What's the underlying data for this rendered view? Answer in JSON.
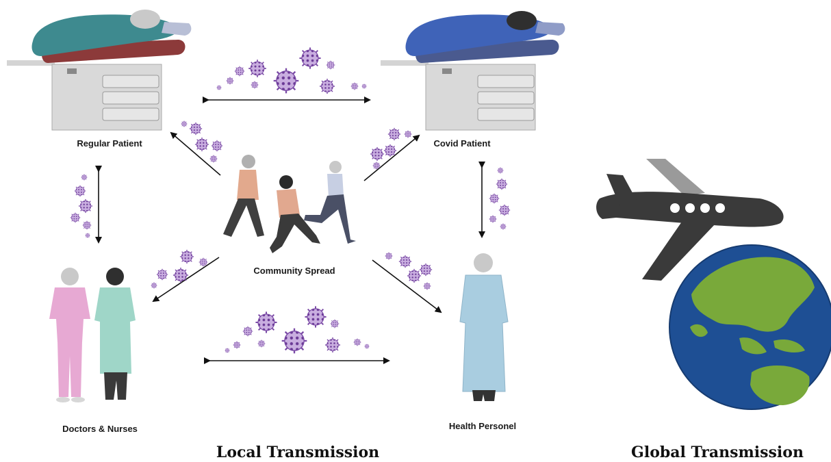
{
  "labels": {
    "regular_patient": "Regular Patient",
    "covid_patient": "Covid Patient",
    "community_spread": "Community Spread",
    "doctors_nurses": "Doctors & Nurses",
    "health_personel": "Health Personel"
  },
  "titles": {
    "local": "Local Transmission",
    "global": "Global Transmission"
  },
  "colors": {
    "virus": "#8e5bb5",
    "virus_dark": "#5e2f86",
    "arrow": "#111111",
    "regular_sheet": "#3e8a8f",
    "regular_cushion": "#8c3a3a",
    "covid_sheet": "#3f63b8",
    "covid_cushion": "#4a5a8f",
    "bed_cabinet": "#d9d9d9",
    "scrubs_pink": "#e7a9d3",
    "coat_green": "#9fd6c8",
    "coat_blue": "#a9cde0",
    "plane": "#3a3a3a",
    "ocean": "#1e4f94",
    "land": "#79a93a"
  },
  "icons": [
    "hospital-bed-icon",
    "virus-icon",
    "runner-icon",
    "walker-icon",
    "doctor-icon",
    "nurse-icon",
    "airplane-icon",
    "globe-icon"
  ]
}
